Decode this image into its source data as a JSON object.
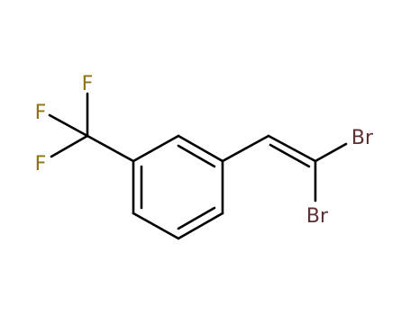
{
  "molecule": {
    "atoms": {
      "f1": {
        "symbol": "F",
        "color": "#8f7012"
      },
      "f2": {
        "symbol": "F",
        "color": "#8f7012"
      },
      "f3": {
        "symbol": "F",
        "color": "#8f7012"
      },
      "br1": {
        "symbol": "Br",
        "color": "#5e2f33"
      },
      "br2": {
        "symbol": "Br",
        "color": "#5e2f33"
      }
    },
    "bond_color": "#000000"
  }
}
